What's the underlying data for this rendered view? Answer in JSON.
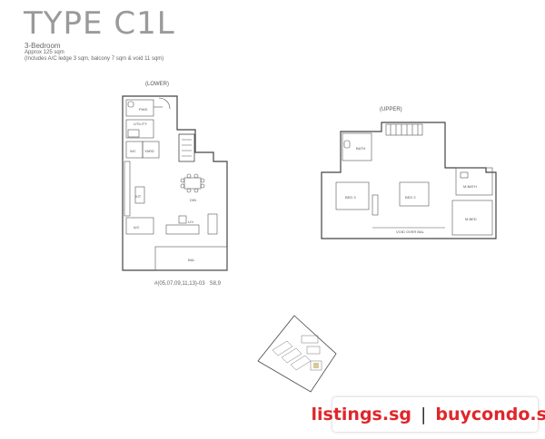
{
  "header": {
    "title": "TYPE C1L",
    "subtitle": "3-Bedroom",
    "area_line1": "Approx 125 sqm",
    "area_line2": "(Includes A/C ledge 3 sqm, balcony 7 sqm & void 11 sqm)"
  },
  "lower_plan": {
    "label": "(LOWER)",
    "rooms": {
      "pwd": "PWD",
      "utility": "UTILITY",
      "wc": "WC",
      "yard": "YARD",
      "din": "DIN",
      "kit": "KIT",
      "ac": "A/C",
      "liv": "LIV",
      "bal": "BAL"
    },
    "units": "#(05,07,09,11,13)-03",
    "stack": "S8,9"
  },
  "upper_plan": {
    "label": "(UPPER)",
    "rooms": {
      "bath": "BATH",
      "mbath": "M.BATH",
      "bed3": "BED 3",
      "bed2": "BED 2",
      "mbed": "M.BED",
      "void": "VOID OVER BAL"
    }
  },
  "brand": {
    "name1": "listings.sg",
    "separator": "|",
    "name2": "buycondo.sg"
  }
}
